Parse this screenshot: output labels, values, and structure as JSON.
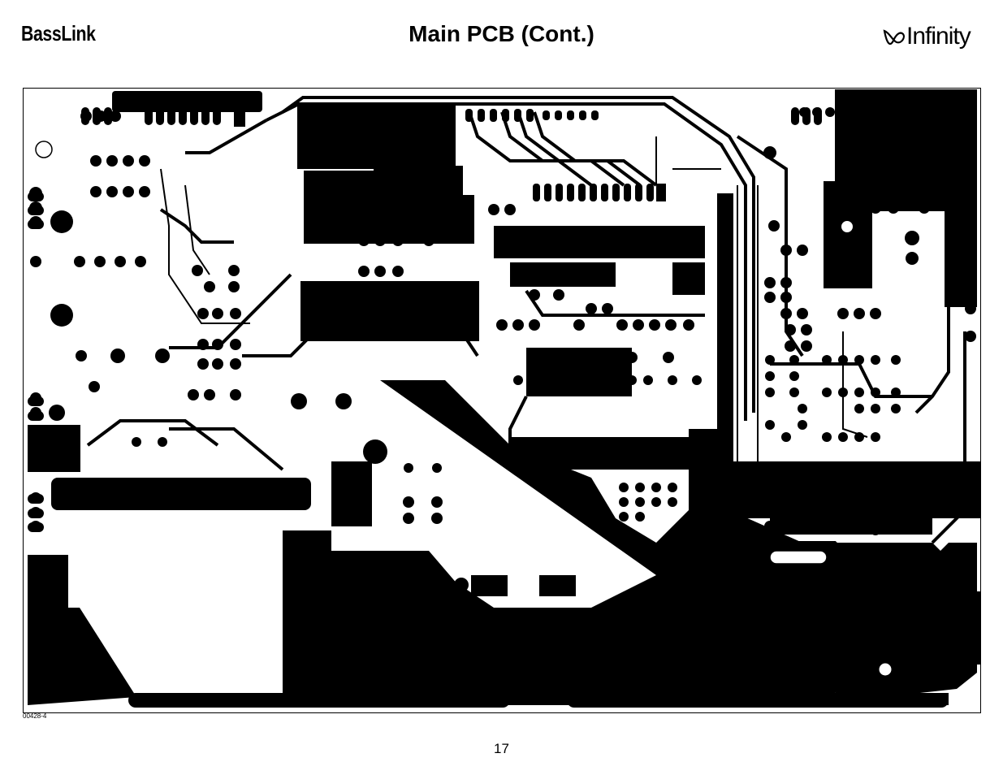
{
  "header": {
    "brand": "BassLink",
    "title": "Main PCB (Cont.)",
    "logo_text": "Infinity"
  },
  "figure": {
    "code": "00428-4",
    "icon": "pcb-trace-layout"
  },
  "footer": {
    "page_number": "17"
  },
  "colors": {
    "copper": "#000000",
    "background": "#ffffff"
  }
}
